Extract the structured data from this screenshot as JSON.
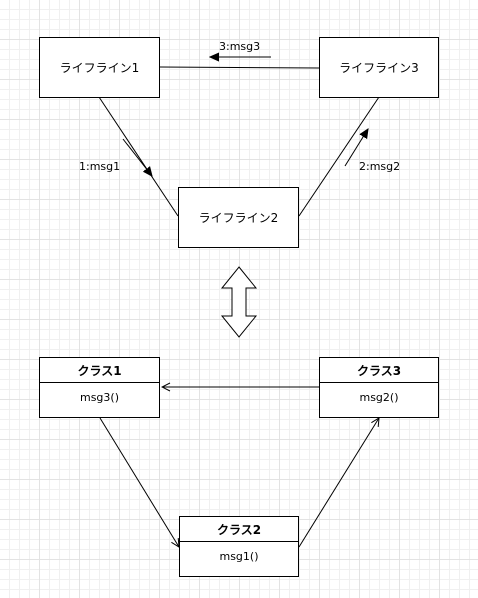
{
  "communication_diagram": {
    "lifelines": [
      {
        "id": "lifeline1",
        "label": "ライフライン1"
      },
      {
        "id": "lifeline2",
        "label": "ライフライン2"
      },
      {
        "id": "lifeline3",
        "label": "ライフライン3"
      }
    ],
    "messages": [
      {
        "label": "1:msg1",
        "from": "lifeline1",
        "to": "lifeline2"
      },
      {
        "label": "2:msg2",
        "from": "lifeline2",
        "to": "lifeline3"
      },
      {
        "label": "3:msg3",
        "from": "lifeline3",
        "to": "lifeline1"
      }
    ]
  },
  "class_diagram": {
    "classes": [
      {
        "id": "class1",
        "name": "クラス1",
        "method": "msg3()"
      },
      {
        "id": "class2",
        "name": "クラス2",
        "method": "msg1()"
      },
      {
        "id": "class3",
        "name": "クラス3",
        "method": "msg2()"
      }
    ],
    "associations": [
      {
        "from": "class1",
        "to": "class2"
      },
      {
        "from": "class2",
        "to": "class3"
      },
      {
        "from": "class3",
        "to": "class1"
      }
    ]
  },
  "colors": {
    "line": "#000000",
    "box_fill": "#ffffff",
    "grid": "#e3e3e3"
  },
  "icons": {
    "equivalence": "double-headed-vertical-arrow-icon"
  }
}
